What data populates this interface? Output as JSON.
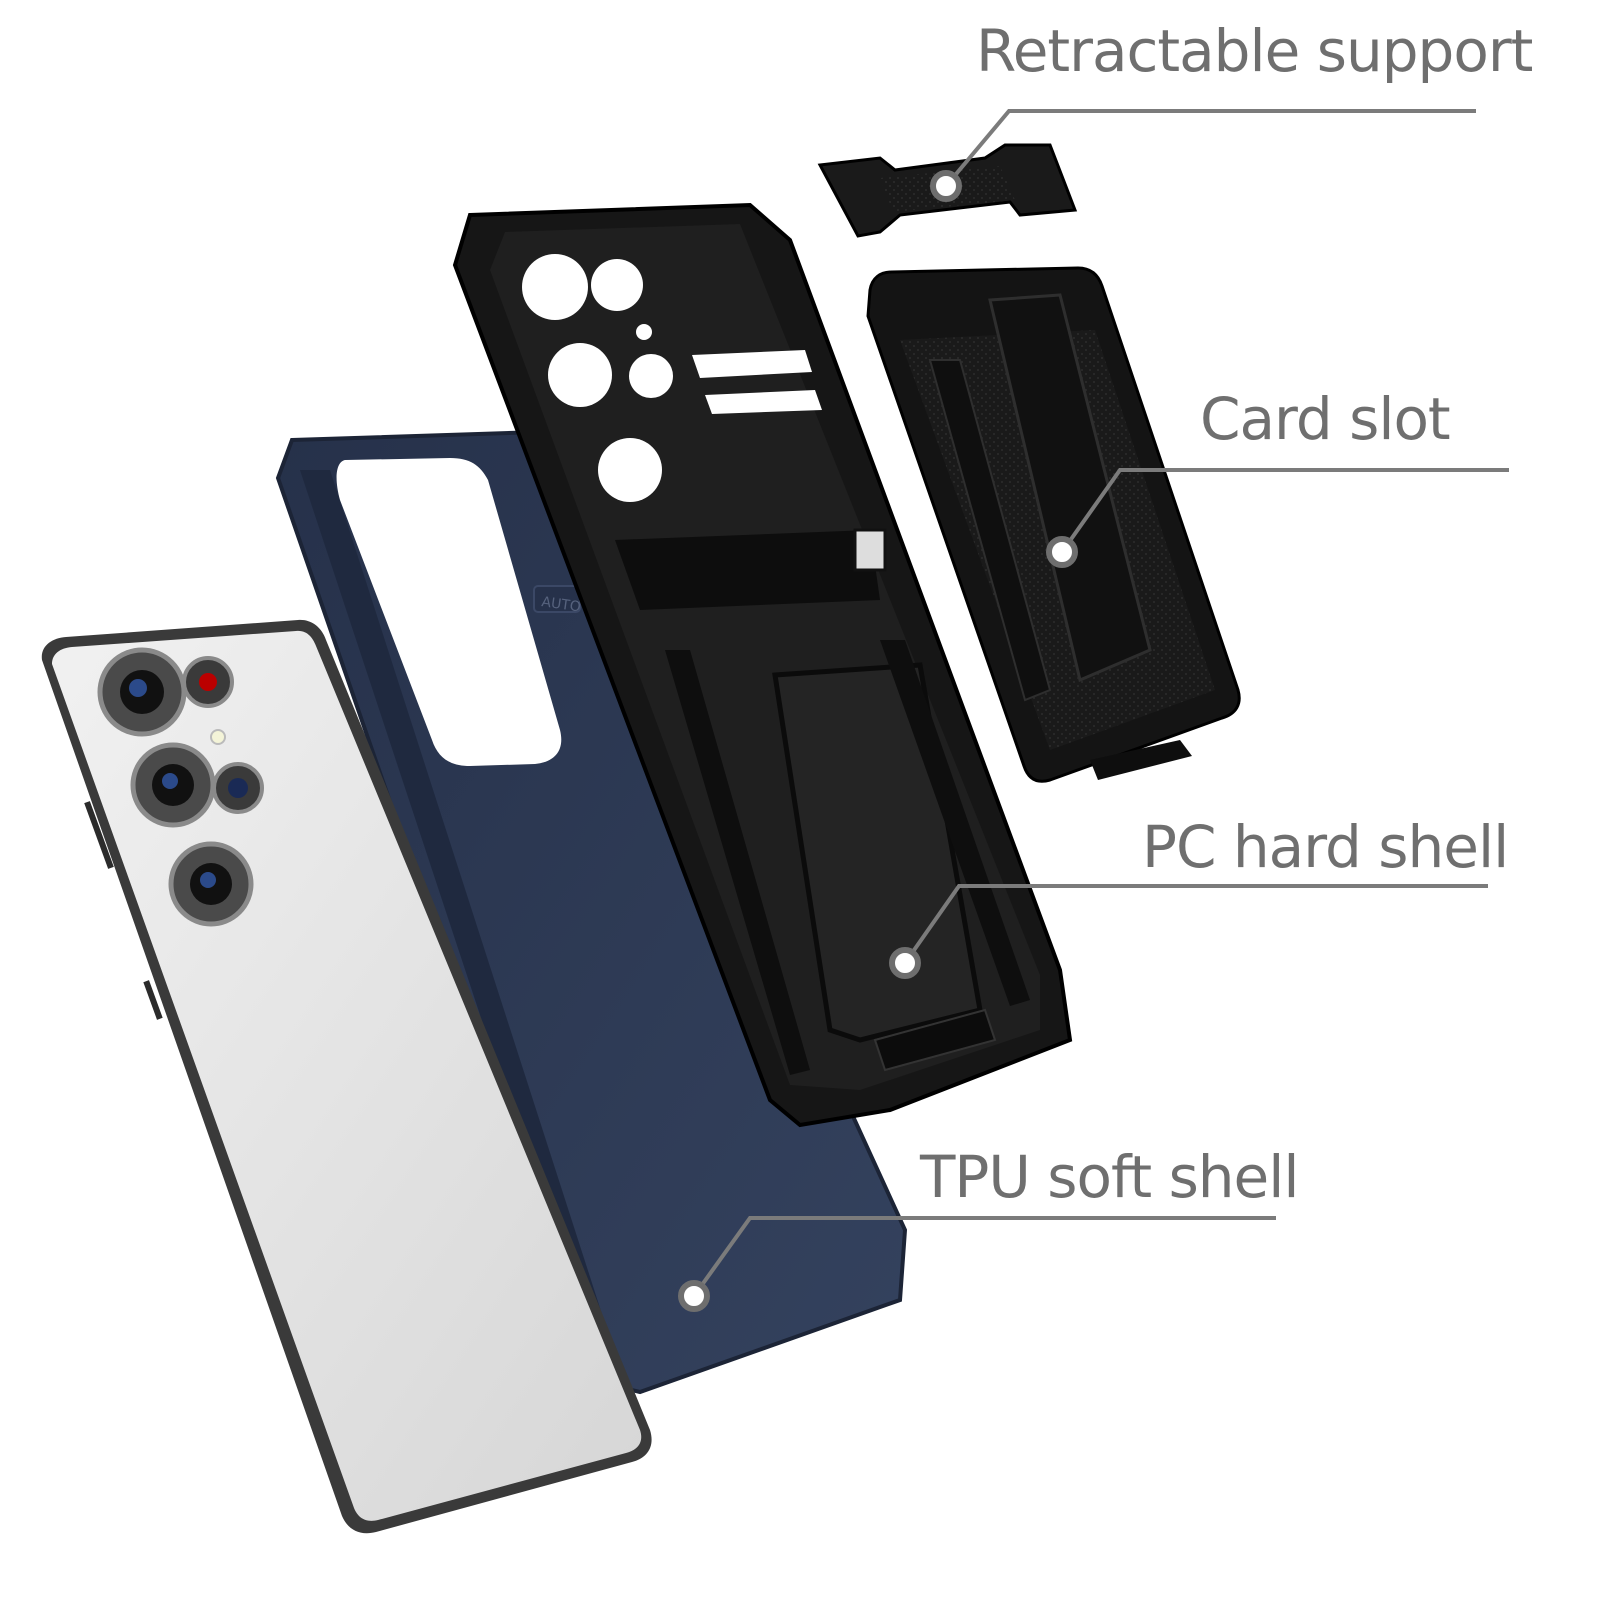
{
  "labels": {
    "retractable_support": "Retractable support",
    "card_slot": "Card slot",
    "pc_hard_shell": "PC hard shell",
    "tpu_soft_shell": "TPU soft shell"
  },
  "case_print": "AUTO",
  "colors": {
    "label_text": "#6f6f6f",
    "leader_line": "#7b7b7b",
    "tpu_shell": "#2f3c57",
    "pc_shell": "#161616",
    "phone_body": "#e4e4e4",
    "phone_frame": "#3a3a3a",
    "lens_accent": "#2b4a8a"
  },
  "icons": [
    "phone-icon",
    "camera-lens-icon",
    "callout-dot-icon"
  ]
}
